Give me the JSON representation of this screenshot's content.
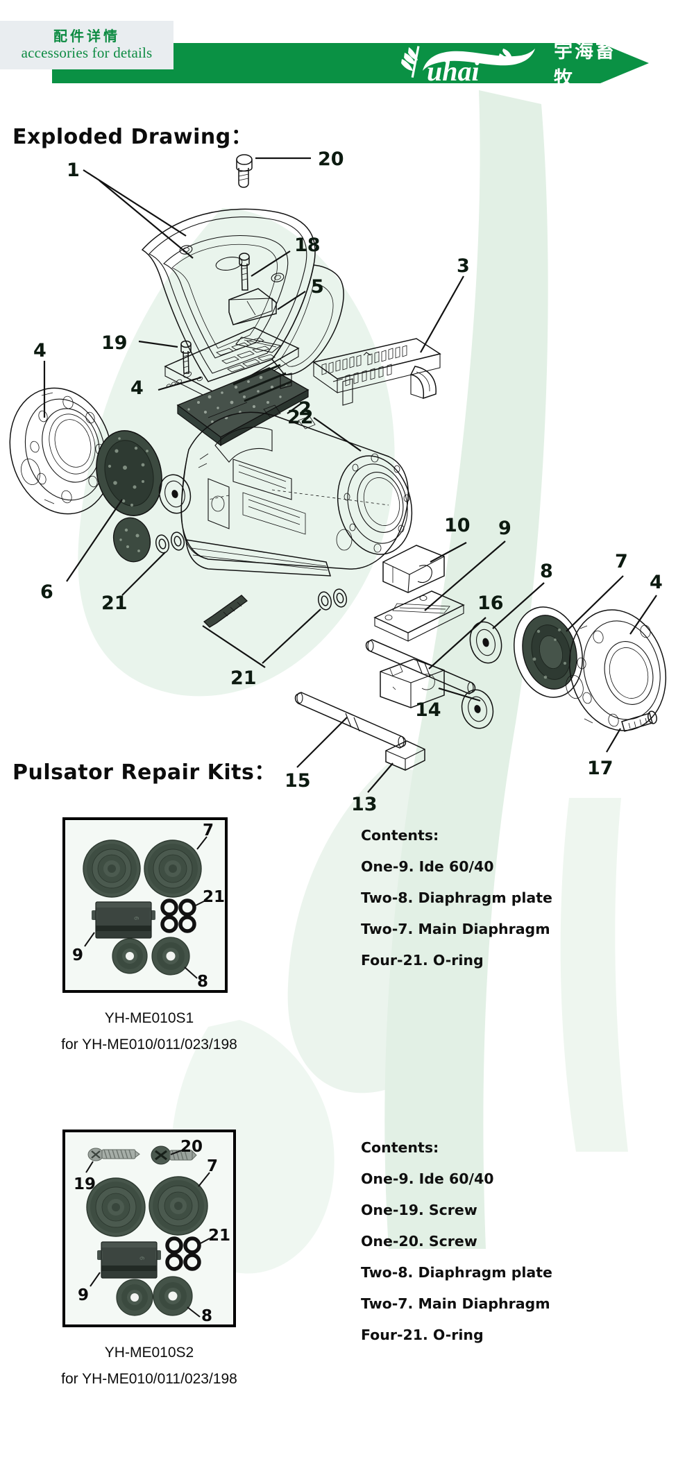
{
  "header": {
    "badge_cn": "配件详情",
    "badge_en": "accessories for details",
    "logo_text": "uhai",
    "logo_cn": "宇海畜牧",
    "banner_color": "#0a9144",
    "badge_bg": "#e9edf0",
    "badge_text_color": "#0d8b42"
  },
  "sections": {
    "exploded_title": "Exploded Drawing：",
    "kits_title": "Pulsator Repair Kits："
  },
  "exploded": {
    "callouts": [
      {
        "id": "1",
        "label": "1"
      },
      {
        "id": "2",
        "label": "2"
      },
      {
        "id": "3",
        "label": "3"
      },
      {
        "id": "4a",
        "label": "4"
      },
      {
        "id": "4b",
        "label": "4"
      },
      {
        "id": "5",
        "label": "5"
      },
      {
        "id": "6",
        "label": "6"
      },
      {
        "id": "7a",
        "label": "7"
      },
      {
        "id": "7b",
        "label": "7"
      },
      {
        "id": "8",
        "label": "8"
      },
      {
        "id": "9",
        "label": "9"
      },
      {
        "id": "10",
        "label": "10"
      },
      {
        "id": "13",
        "label": "13"
      },
      {
        "id": "14",
        "label": "14"
      },
      {
        "id": "15",
        "label": "15"
      },
      {
        "id": "16",
        "label": "16"
      },
      {
        "id": "17",
        "label": "17"
      },
      {
        "id": "18",
        "label": "18"
      },
      {
        "id": "19",
        "label": "19"
      },
      {
        "id": "20",
        "label": "20"
      },
      {
        "id": "21a",
        "label": "21"
      },
      {
        "id": "21b",
        "label": "21"
      },
      {
        "id": "22",
        "label": "22"
      }
    ]
  },
  "kits": [
    {
      "model": "YH-ME010S1",
      "fits": "for YH-ME010/011/023/198",
      "photo_callouts": [
        "7",
        "21",
        "9",
        "8"
      ],
      "contents_heading": "Contents:",
      "contents": [
        "One-9. Ide 60/40",
        "Two-8. Diaphragm plate",
        "Two-7. Main Diaphragm",
        "Four-21. O-ring"
      ]
    },
    {
      "model": "YH-ME010S2",
      "fits": "for YH-ME010/011/023/198",
      "photo_callouts": [
        "19",
        "20",
        "7",
        "21",
        "9",
        "8"
      ],
      "contents_heading": "Contents:",
      "contents": [
        "One-9. Ide 60/40",
        "One-19. Screw",
        "One-20. Screw",
        "Two-8. Diaphragm plate",
        "Two-7. Main Diaphragm",
        "Four-21. O-ring"
      ]
    }
  ],
  "colors": {
    "brand_green": "#0a9144",
    "watermark_green": "#dfeee2",
    "rubber_dark": "#3a4a3e",
    "rubber_mid": "#556b59",
    "metal": "#8d9390"
  }
}
